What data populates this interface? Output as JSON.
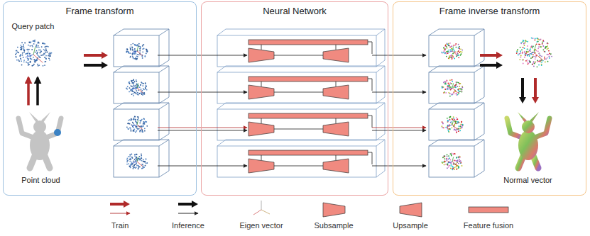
{
  "diagram": {
    "nodes": [
      {
        "text": [
          "Frame transform"
        ]
      },
      {
        "text": [
          "Query patch"
        ],
        "in": 0
      },
      {
        "text": [
          "Point cloud"
        ],
        "in": 0
      },
      {
        "text": [
          "Neural Network"
        ]
      },
      {
        "text": [
          "Frame inverse transform"
        ]
      },
      {
        "text": [
          "Normal vector"
        ],
        "in": 4
      }
    ],
    "edges": [
      {
        "from": 2,
        "to": 1,
        "arrow": "to"
      },
      {
        "from": 2,
        "to": 1,
        "arrow": "to"
      }
    ],
    "legend": [
      {
        "text": "Train"
      },
      {
        "text": "Inference"
      },
      {
        "text": "Eigen vector"
      },
      {
        "text": "Subsample"
      },
      {
        "text": "Upsample"
      },
      {
        "text": "Feature fusion"
      }
    ]
  }
}
